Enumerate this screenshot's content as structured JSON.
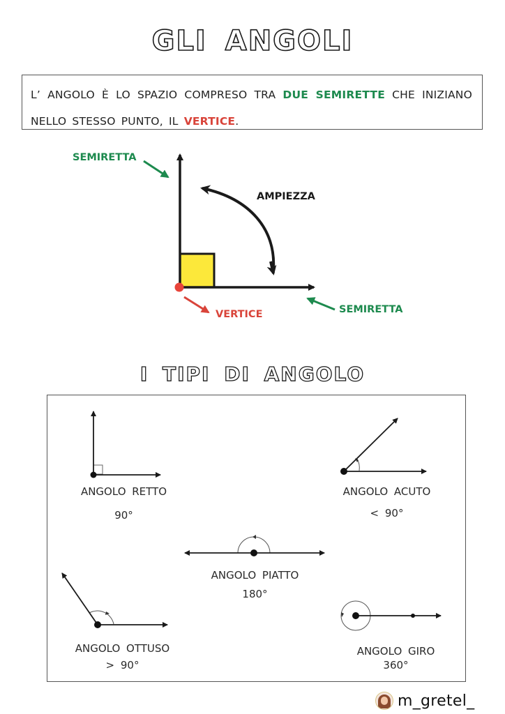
{
  "title": "GLI ANGOLI",
  "definition": {
    "part1": "L’ ANGOLO È LO SPAZIO COMPRESO TRA ",
    "highlight_green": "DUE SEMIRETTE",
    "part2": " CHE INIZIANO",
    "part3": "NELLO STESSO PUNTO, IL ",
    "highlight_red": "VERTICE",
    "part4": "."
  },
  "diagram": {
    "label_semiretta_top": "SEMIRETTA",
    "label_ampiezza": "AMPIEZZA",
    "label_vertice": "VERTICE",
    "label_semiretta_right": "SEMIRETTA",
    "colors": {
      "green": "#1d8a4e",
      "red": "#d9443a",
      "yellow": "#fce83a",
      "black": "#1a1a1a"
    }
  },
  "types_title": "I TIPI DI ANGOLO",
  "types": [
    {
      "name": "ANGOLO RETTO",
      "measure": "90°"
    },
    {
      "name": "ANGOLO ACUTO",
      "measure": "< 90°"
    },
    {
      "name": "ANGOLO PIATTO",
      "measure": "180°"
    },
    {
      "name": "ANGOLO OTTUSO",
      "measure": "> 90°"
    },
    {
      "name": "ANGOLO GIRO",
      "measure": "360°"
    }
  ],
  "credit": {
    "handle": "m_gretel_"
  }
}
